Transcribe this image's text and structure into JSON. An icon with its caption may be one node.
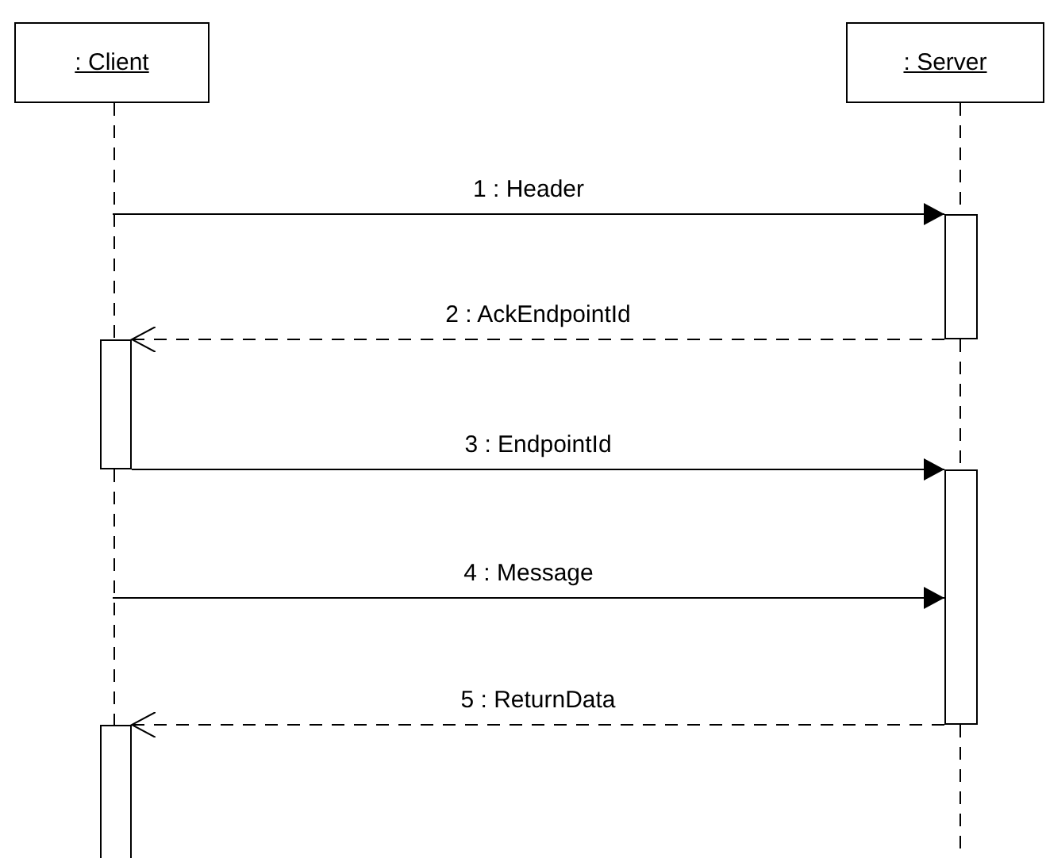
{
  "diagram": {
    "nodes": [
      {
        "text": [
          ": Client"
        ]
      },
      {
        "text": [
          ": Server"
        ]
      },
      {
        "text": [],
        "shape": "bar"
      },
      {
        "text": [],
        "shape": "bar"
      },
      {
        "text": [],
        "shape": "bar"
      },
      {
        "text": [],
        "shape": "bar"
      }
    ],
    "edges": [
      {
        "from": null,
        "to": 2,
        "arrow": "to",
        "label": "1 : Header"
      },
      {
        "from": 2,
        "to": 3,
        "arrow": "to",
        "label": "2 : AckEndpointId",
        "style": "dashed"
      },
      {
        "from": 3,
        "to": 4,
        "arrow": "to",
        "label": "3 : EndpointId"
      },
      {
        "from": null,
        "to": 4,
        "arrow": "to",
        "label": "4 : Message"
      },
      {
        "from": 4,
        "to": 5,
        "arrow": "to",
        "label": "5 : ReturnData",
        "style": "dashed"
      },
      {
        "from": 0,
        "to": 3,
        "arrow": "none",
        "style": "dashed"
      },
      {
        "from": 3,
        "to": 5,
        "arrow": "none",
        "style": "dashed"
      },
      {
        "from": 1,
        "to": 2,
        "arrow": "none",
        "style": "dashed"
      },
      {
        "from": 2,
        "to": 4,
        "arrow": "none",
        "style": "dashed"
      },
      {
        "from": 4,
        "to": null,
        "arrow": "none",
        "style": "dashed"
      }
    ]
  }
}
